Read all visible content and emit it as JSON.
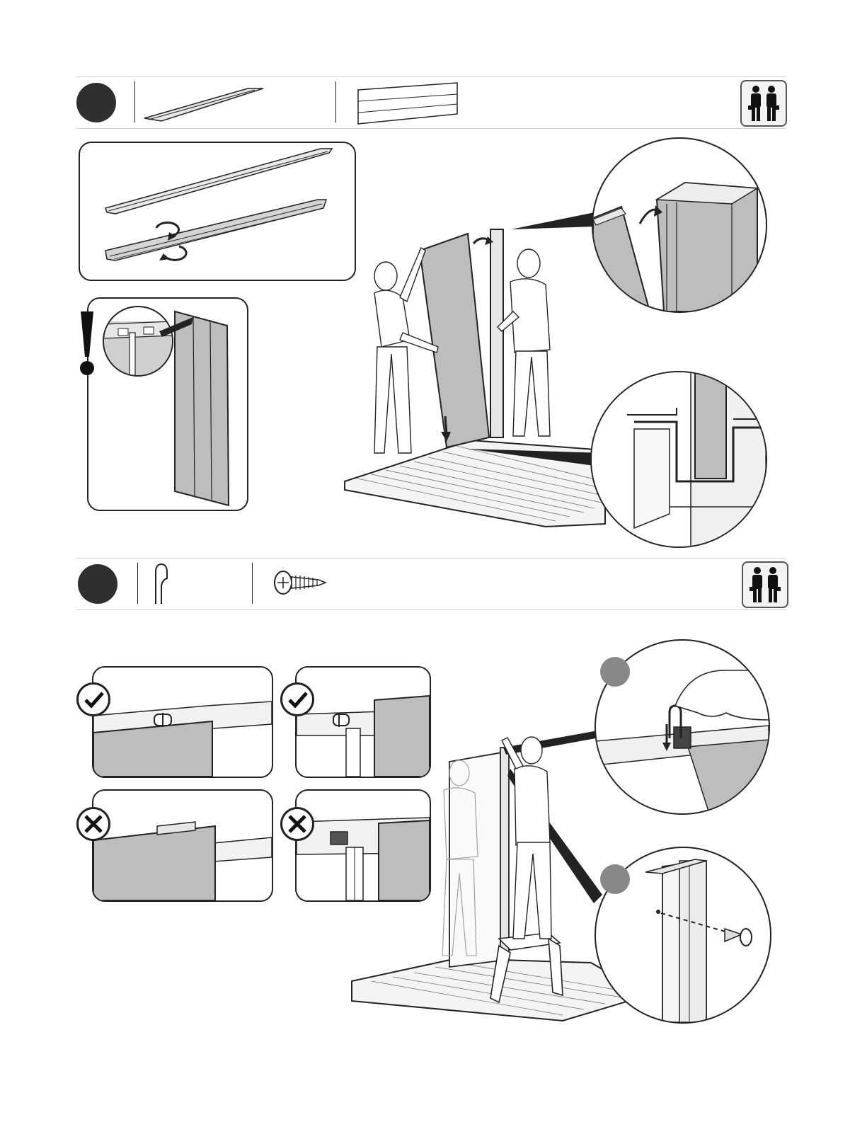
{
  "steps": [
    {
      "number": "",
      "parts": [
        "channel-profile",
        "wall-panel"
      ],
      "people_required": 2,
      "icons": [
        "two-people-icon"
      ]
    },
    {
      "number": "",
      "parts": [
        "clip",
        "screw"
      ],
      "people_required": 2,
      "icons": [
        "two-people-icon"
      ]
    }
  ],
  "checks": {
    "correct_icon": "check-icon",
    "wrong_icon": "cross-icon"
  },
  "warning_icon": "exclamation-icon",
  "colors": {
    "ink": "#1a1a1a",
    "panel_grey": "#bdbdbd",
    "dark_fill": "#2f2f2f",
    "detail_dot": "#888888"
  }
}
